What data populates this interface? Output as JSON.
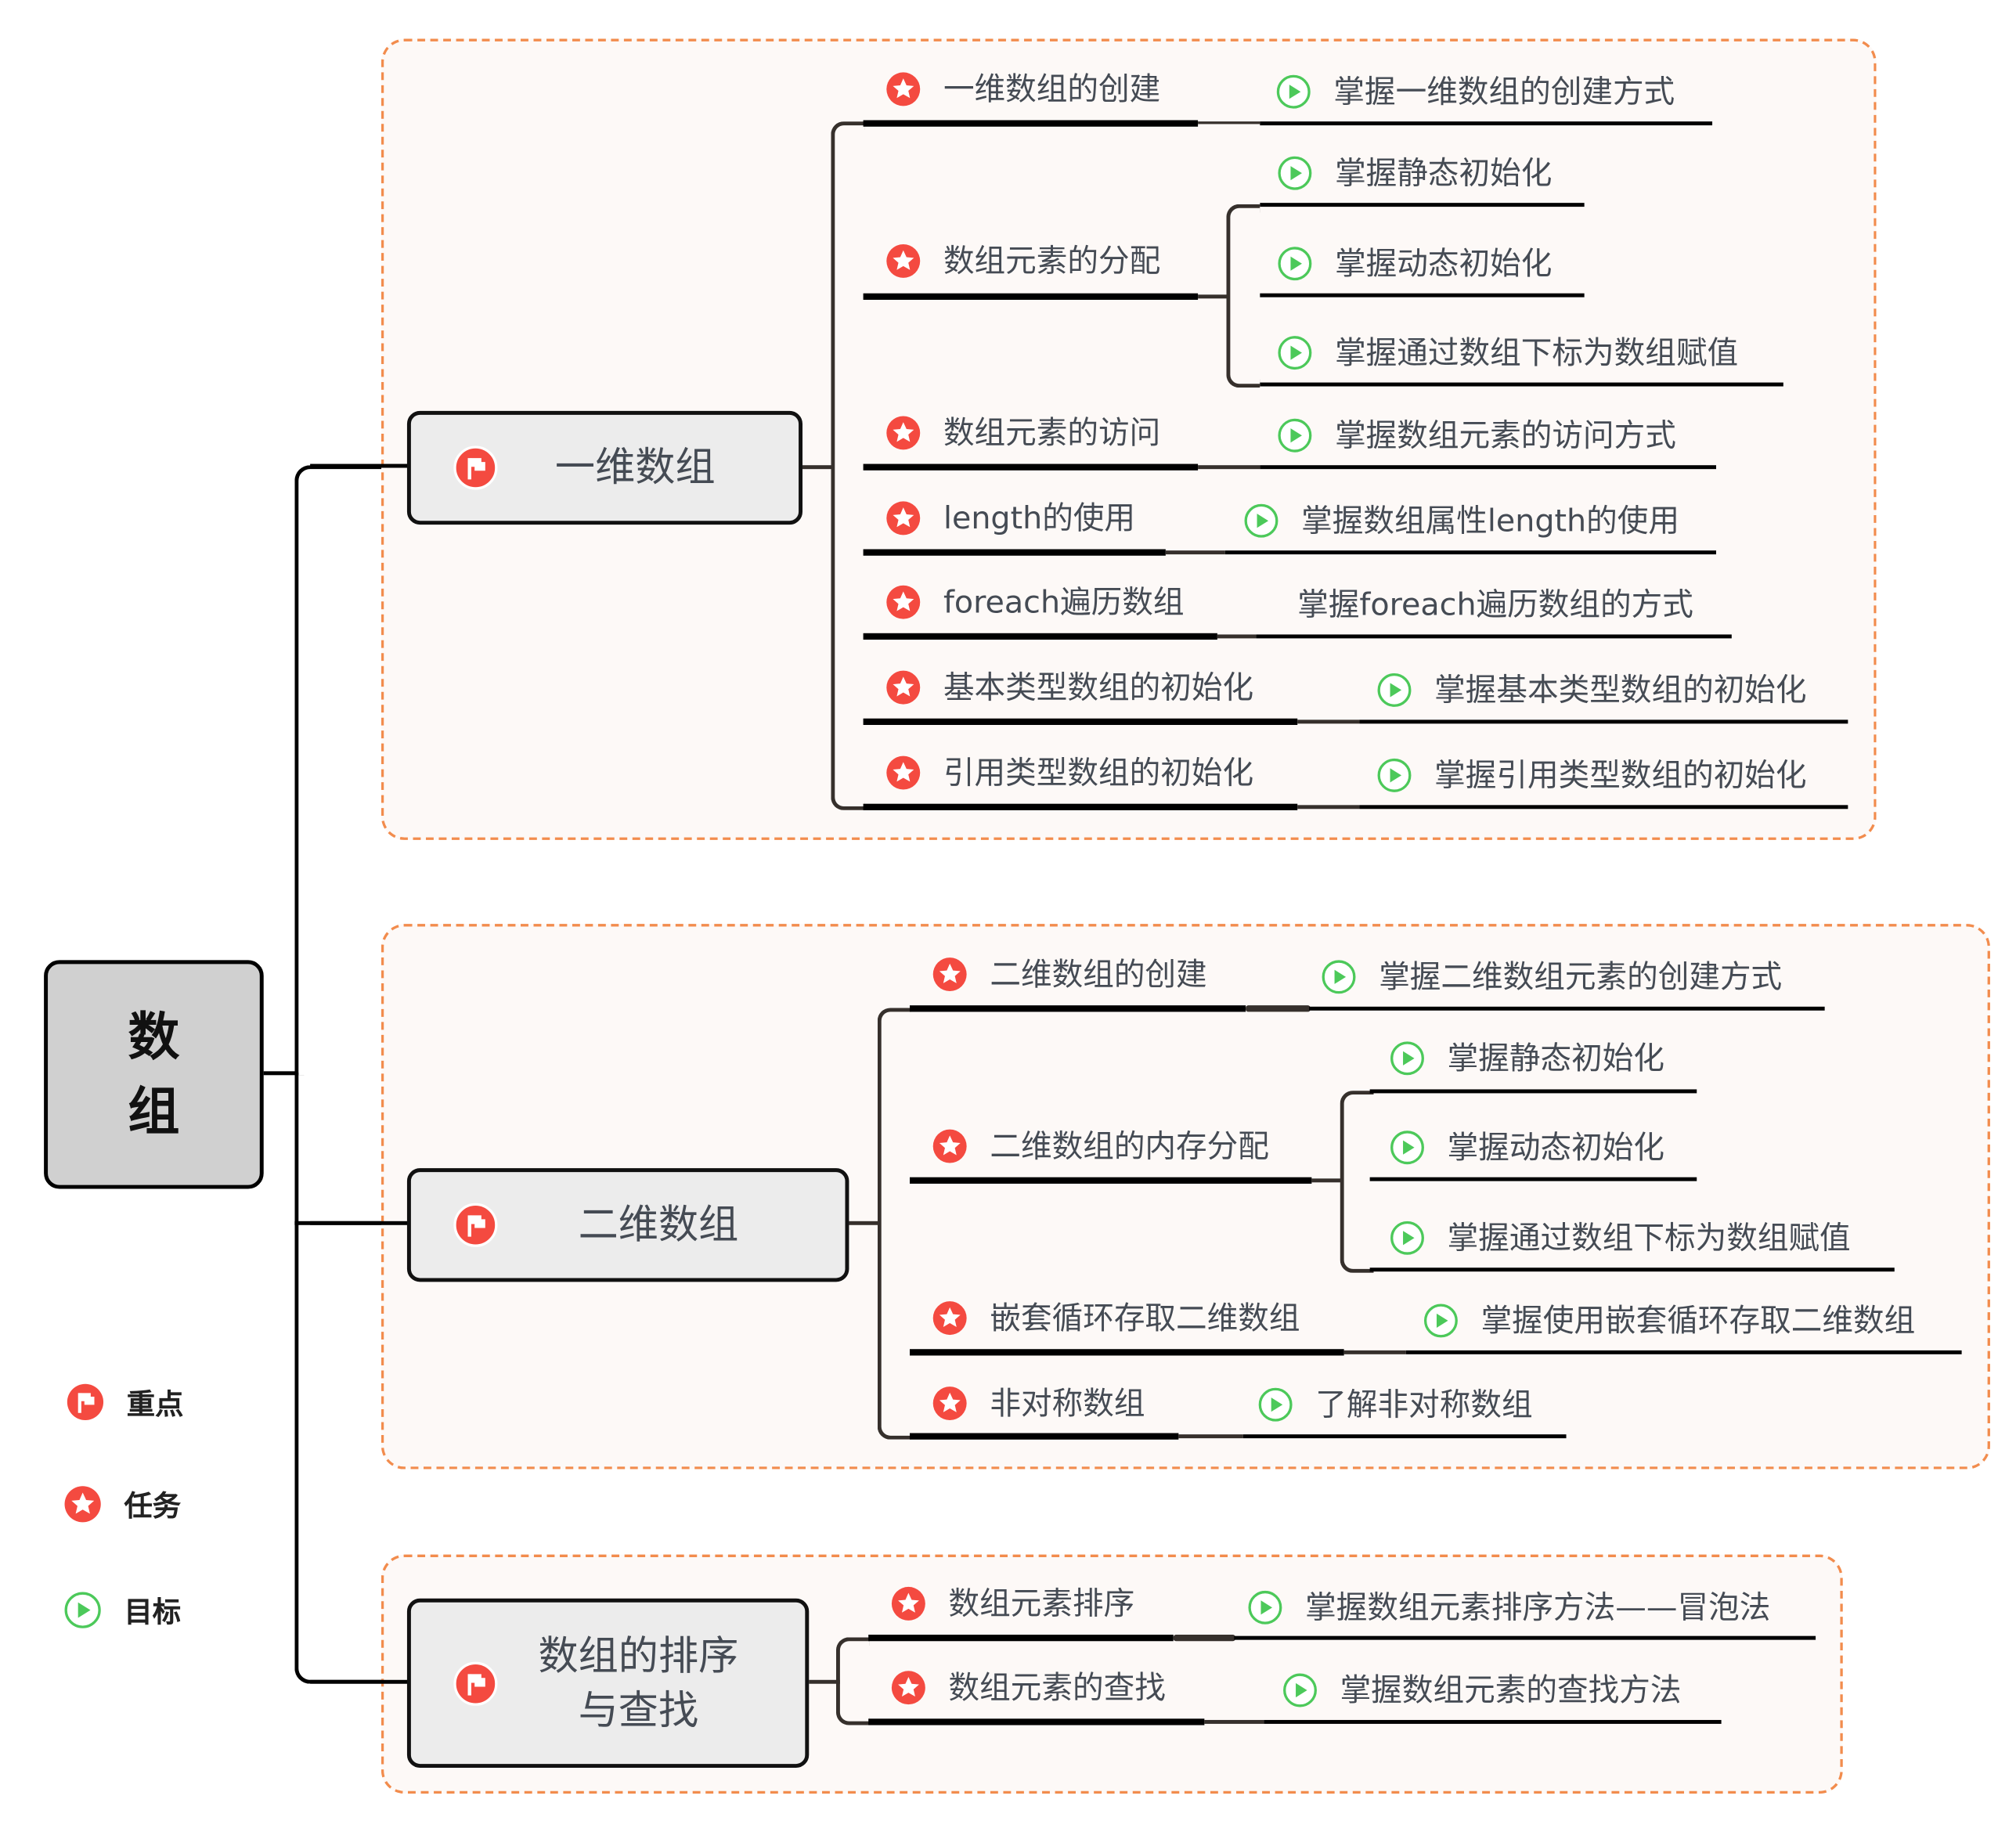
{
  "colors": {
    "accent_red": "#f44a40",
    "goal_green": "#4cc95a",
    "section_border": "#f28c4d",
    "section_fill": "#fdf9f7",
    "text": "#454b54"
  },
  "root": {
    "label": "数组"
  },
  "legend": [
    {
      "icon": "flag-icon",
      "label": "重点"
    },
    {
      "icon": "star-icon",
      "label": "任务"
    },
    {
      "icon": "play-icon",
      "label": "目标"
    }
  ],
  "sections": [
    {
      "topic": "一维数组",
      "tasks": [
        {
          "label": "一维数组的创建",
          "goals": [
            {
              "label": "掌握一维数组的创建方式",
              "icon": "play-icon"
            }
          ]
        },
        {
          "label": "数组元素的分配",
          "goals": [
            {
              "label": "掌握静态初始化",
              "icon": "play-icon"
            },
            {
              "label": "掌握动态初始化",
              "icon": "play-icon"
            },
            {
              "label": "掌握通过数组下标为数组赋值",
              "icon": "play-icon"
            }
          ]
        },
        {
          "label": "数组元素的访问",
          "goals": [
            {
              "label": "掌握数组元素的访问方式",
              "icon": "play-icon"
            }
          ]
        },
        {
          "label": "length的使用",
          "goals": [
            {
              "label": "掌握数组属性length的使用",
              "icon": "play-icon"
            }
          ]
        },
        {
          "label": "foreach遍历数组",
          "goals": [
            {
              "label": "掌握foreach遍历数组的方式",
              "icon": null
            }
          ]
        },
        {
          "label": "基本类型数组的初始化",
          "goals": [
            {
              "label": "掌握基本类型数组的初始化",
              "icon": "play-icon"
            }
          ]
        },
        {
          "label": "引用类型数组的初始化",
          "goals": [
            {
              "label": "掌握引用类型数组的初始化",
              "icon": "play-icon"
            }
          ]
        }
      ]
    },
    {
      "topic": "二维数组",
      "tasks": [
        {
          "label": "二维数组的创建",
          "goals": [
            {
              "label": "掌握二维数组元素的创建方式",
              "icon": "play-icon"
            }
          ]
        },
        {
          "label": "二维数组的内存分配",
          "goals": [
            {
              "label": "掌握静态初始化",
              "icon": "play-icon"
            },
            {
              "label": "掌握动态初始化",
              "icon": "play-icon"
            },
            {
              "label": "掌握通过数组下标为数组赋值",
              "icon": "play-icon"
            }
          ]
        },
        {
          "label": "嵌套循环存取二维数组",
          "goals": [
            {
              "label": "掌握使用嵌套循环存取二维数组",
              "icon": "play-icon"
            }
          ]
        },
        {
          "label": "非对称数组",
          "goals": [
            {
              "label": "了解非对称数组",
              "icon": "play-icon"
            }
          ]
        }
      ]
    },
    {
      "topic": "数组的排序与查找",
      "topic_lines": [
        "数组的排序",
        "与查找"
      ],
      "tasks": [
        {
          "label": "数组元素排序",
          "goals": [
            {
              "label": "掌握数组元素排序方法——冒泡法",
              "icon": "play-icon"
            }
          ]
        },
        {
          "label": "数组元素的查找",
          "goals": [
            {
              "label": "掌握数组元素的查找方法",
              "icon": "play-icon"
            }
          ]
        }
      ]
    }
  ]
}
